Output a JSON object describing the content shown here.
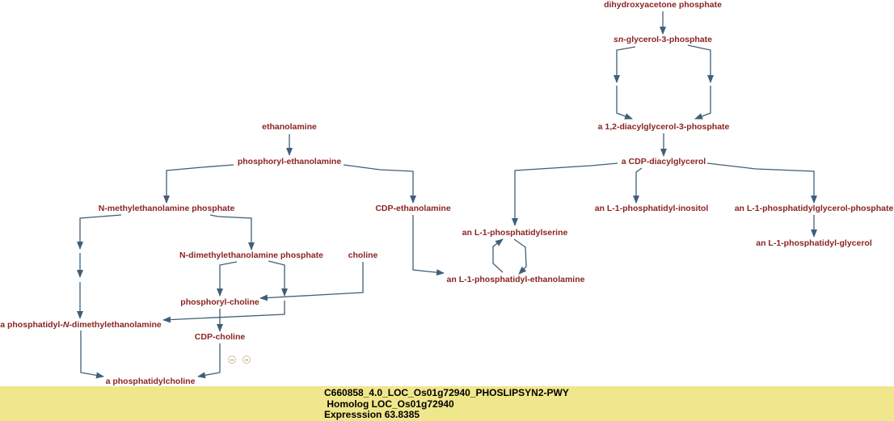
{
  "diagram": {
    "pathway_id": "PHOSLIPSYN2-PWY",
    "colors": {
      "node_text": "#8b2323",
      "edge": "#3f5f7a",
      "info_bar_bg": "#f0e68c"
    },
    "nodes": {
      "dhap": "dihydroxyacetone phosphate",
      "g3p_prefix": "sn",
      "g3p_suffix": "-glycerol-3-phosphate",
      "dag3p": "a 1,2-diacylglycerol-3-phosphate",
      "cdp_dag": "a CDP-diacylglycerol",
      "ps": "an L-1-phosphatidylserine",
      "pi": "an L-1-phosphatidyl-inositol",
      "pgp": "an L-1-phosphatidylglycerol-phosphate",
      "pg": "an L-1-phosphatidyl-glycerol",
      "pe": "an L-1-phosphatidyl-ethanolamine",
      "etn": "ethanolamine",
      "p_etn": "phosphoryl-ethanolamine",
      "cdp_etn": "CDP-ethanolamine",
      "nme_p": "N-methylethanolamine phosphate",
      "ndme_p": "N-dimethylethanolamine phosphate",
      "choline": "choline",
      "p_choline": "phosphoryl-choline",
      "cdp_choline": "CDP-choline",
      "pdme_prefix": "a phosphatidyl-",
      "pdme_italic": "N",
      "pdme_suffix": "-dimethylethanolamine",
      "pc": "a phosphatidylcholine"
    },
    "collapse_buttons": [
      "collapse",
      "collapse"
    ]
  },
  "info": {
    "line1": "C660858_4.0_LOC_Os01g72940_PHOSLIPSYN2-PWY",
    "line2": " Homolog LOC_Os01g72940",
    "line3": "Expresssion 63.8385"
  }
}
